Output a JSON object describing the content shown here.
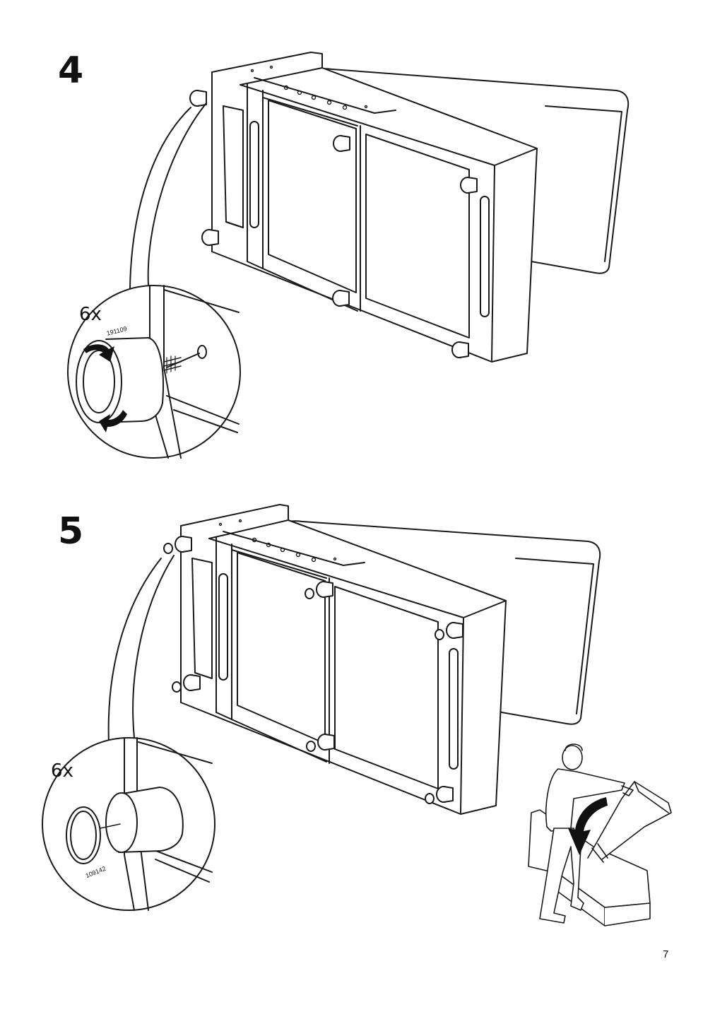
{
  "page": {
    "number": "7"
  },
  "steps": [
    {
      "number": "4",
      "quantity": "6x",
      "part_number": "191109",
      "action_icon": "rotate-screw-in-icon"
    },
    {
      "number": "5",
      "quantity": "6x",
      "part_number": "109142",
      "action_icon": "press-cap-on-icon"
    }
  ],
  "illustration": {
    "final_hint_icon": "person-tilting-sofa-upright-icon"
  }
}
